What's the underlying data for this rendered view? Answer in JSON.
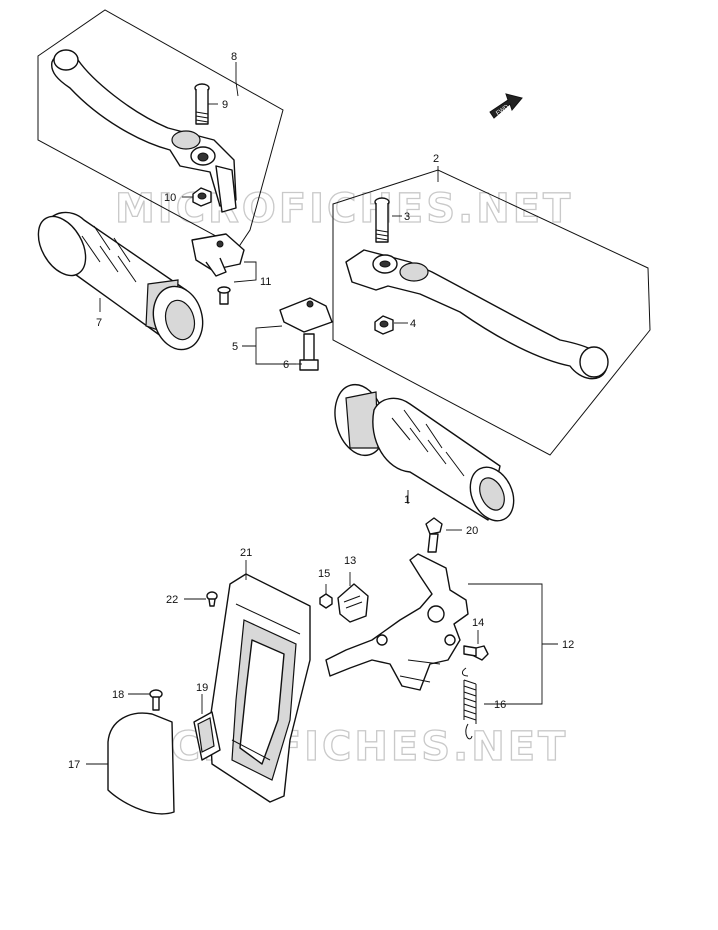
{
  "watermark": "MICROFICHES.NET",
  "fwd_label": "FWD",
  "callouts": {
    "p1": "1",
    "p2": "2",
    "p3": "3",
    "p4": "4",
    "p5": "5",
    "p6": "6",
    "p7": "7",
    "p8": "8",
    "p9": "9",
    "p10": "10",
    "p11": "11",
    "p12": "12",
    "p13": "13",
    "p14": "14",
    "p15": "15",
    "p16": "16",
    "p17": "17",
    "p18": "18",
    "p19": "19",
    "p20": "20",
    "p21": "21",
    "p22": "22"
  }
}
